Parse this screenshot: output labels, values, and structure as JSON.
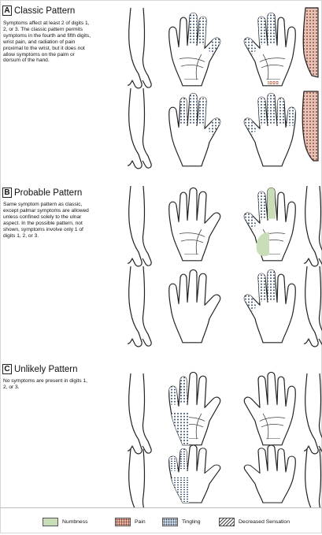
{
  "panels": [
    {
      "letter": "A",
      "title": "Classic Pattern",
      "description": "Symptoms affect at least 2 of digits 1, 2, or 3. The classic pattern permits symptoms in the fourth and fifth digits, wrist pain, and radiation of pain proximal to the wrist, but it does not allow symptoms on the palm or dorsum of the hand."
    },
    {
      "letter": "B",
      "title": "Probable Pattern",
      "description": "Same symptom pattern as classic, except palmar symptoms are allowed unless confined solely to the ulnar aspect. In the possible pattern, not shown, symptoms involve only 1 of digits 1, 2, or 3."
    },
    {
      "letter": "C",
      "title": "Unlikely Pattern",
      "description": "No symptoms are present in digits 1, 2, or 3."
    }
  ],
  "legend": [
    {
      "label": "Numbness",
      "swatch": "numbness",
      "color": "#c9ddb8"
    },
    {
      "label": "Pain",
      "swatch": "pain",
      "color": "#7a2d1b"
    },
    {
      "label": "Tingling",
      "swatch": "tingling",
      "color": "#1f3a5f"
    },
    {
      "label": "Decreased Sensation",
      "swatch": "decreased-sensation",
      "color": "#444444"
    }
  ],
  "colors": {
    "outline": "#222222",
    "numbness": "#c9ddb8",
    "pain_fill": "#e8c4b8",
    "pain_dot": "#7a2d1b",
    "tingling_dot": "#1f3a5f"
  }
}
